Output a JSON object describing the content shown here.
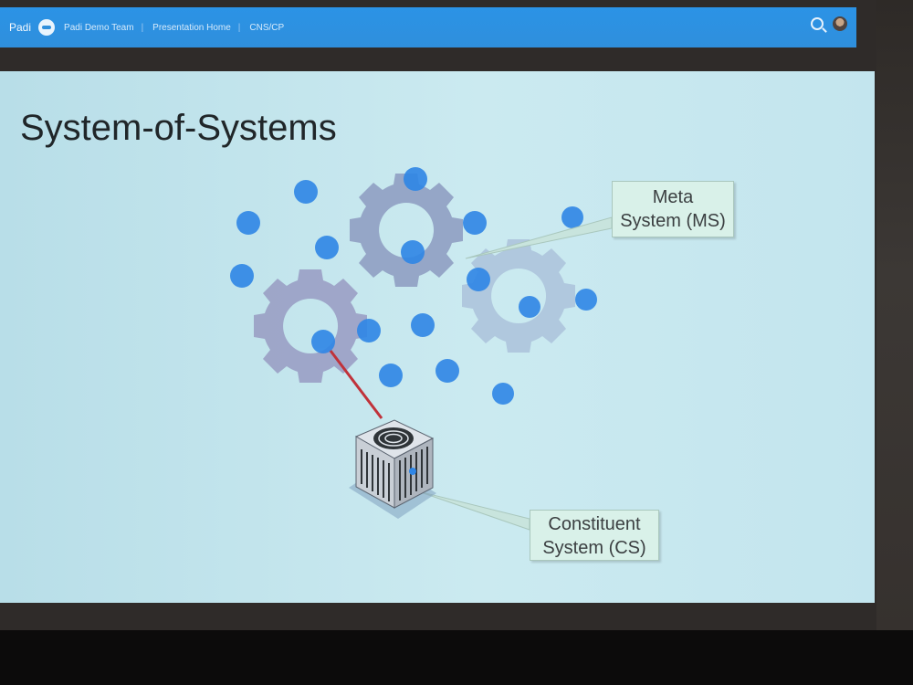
{
  "browser": {
    "brand": "Padi",
    "breadcrumbs": [
      "Padi Demo Team",
      "Presentation Home",
      "CNS/CP"
    ],
    "icons": [
      "logo-icon",
      "search-icon",
      "user-avatar"
    ]
  },
  "slide": {
    "title": "System-of-Systems",
    "callouts": {
      "meta_line1": "Meta",
      "meta_line2": "System (MS)",
      "constituent_line1": "Constituent",
      "constituent_line2": "System (CS)"
    },
    "illustration": [
      "gear-icon",
      "gear-icon",
      "gear-icon",
      "air-conditioner-unit-icon"
    ],
    "colors": {
      "gear": "#8f9ec2",
      "dot": "#2f86e6",
      "link_line": "#c0323a",
      "callout_bg": "#d9f1e9"
    }
  }
}
